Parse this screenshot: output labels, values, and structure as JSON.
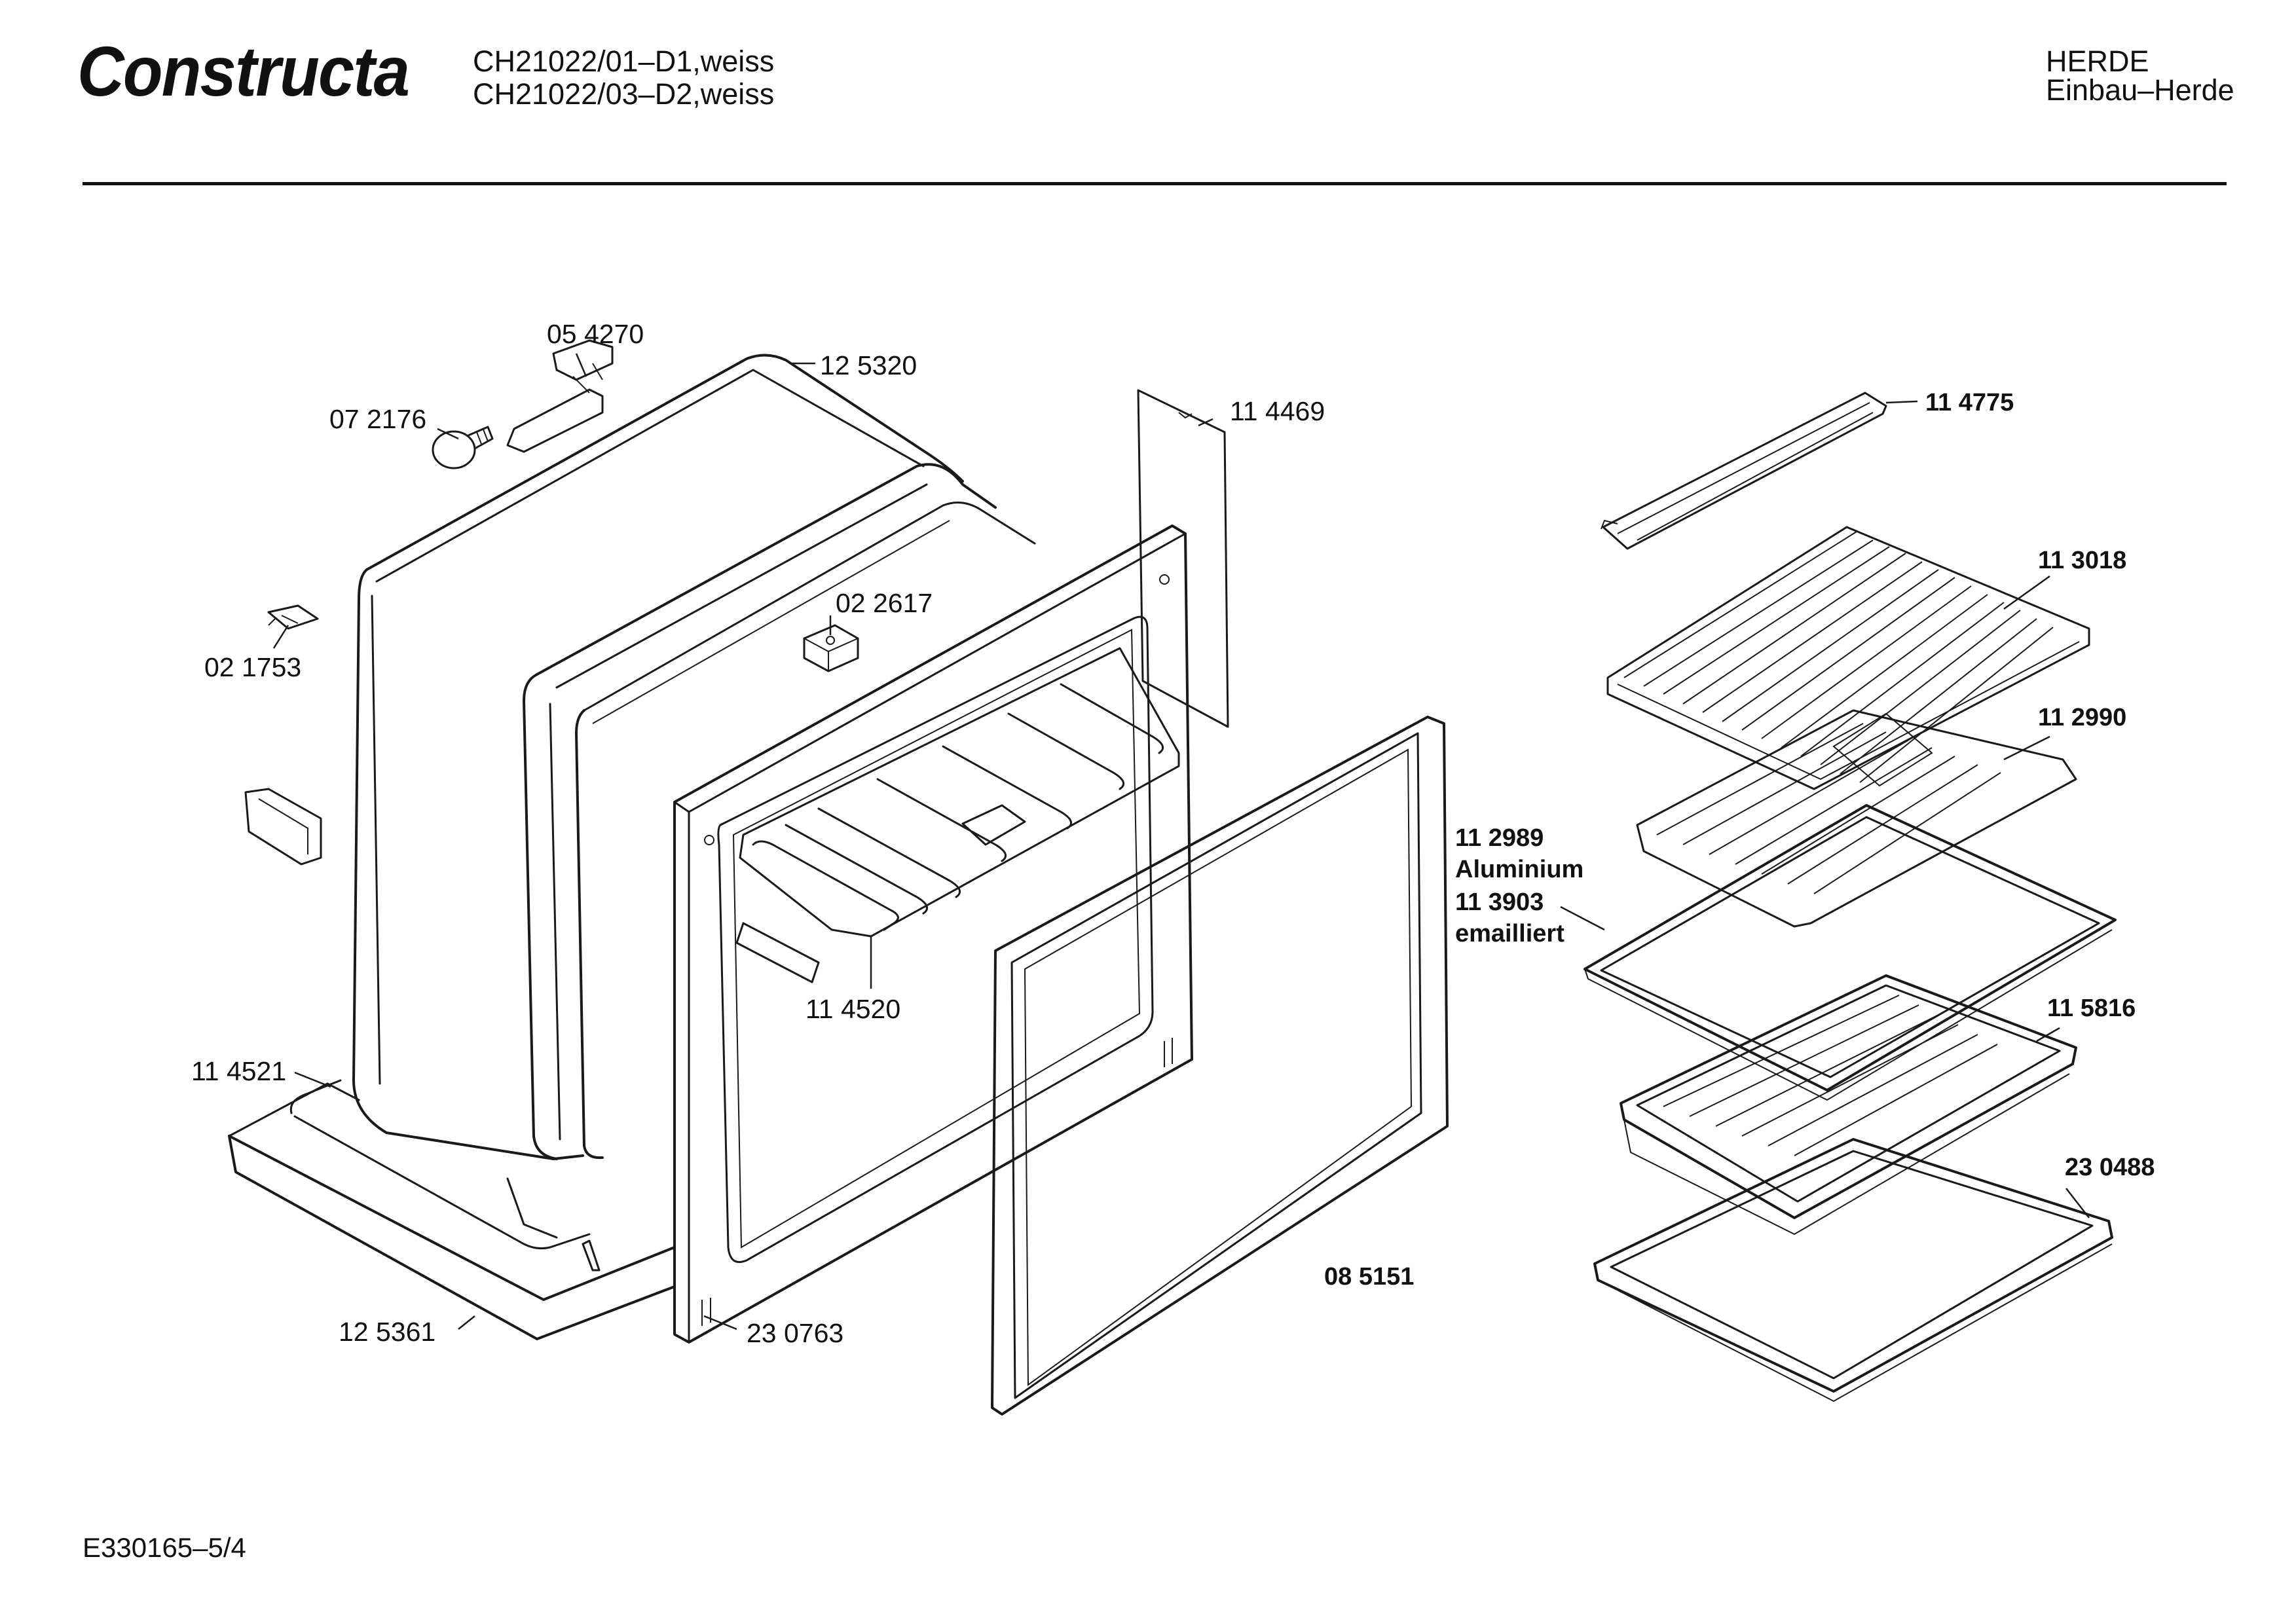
{
  "header": {
    "brand": "Constructa",
    "model_lines": [
      "CH21022/01–D1,weiss",
      "CH21022/03–D2,weiss"
    ],
    "category_lines": [
      "HERDE",
      "Einbau–Herde"
    ]
  },
  "footer": {
    "doc_number": "E330165–5/4"
  },
  "parts": [
    "05 4270",
    "12 5320",
    "07 2176",
    "11 4469",
    "02 2617",
    "02 1753",
    "11 4520",
    "11 4521",
    "12 5361",
    "23 0763",
    "08 5151",
    "11 4775",
    "11 3018",
    "11 2990",
    "11 2989",
    "Aluminium",
    "11 3903",
    "emailliert",
    "11 5816",
    "23 0488"
  ]
}
